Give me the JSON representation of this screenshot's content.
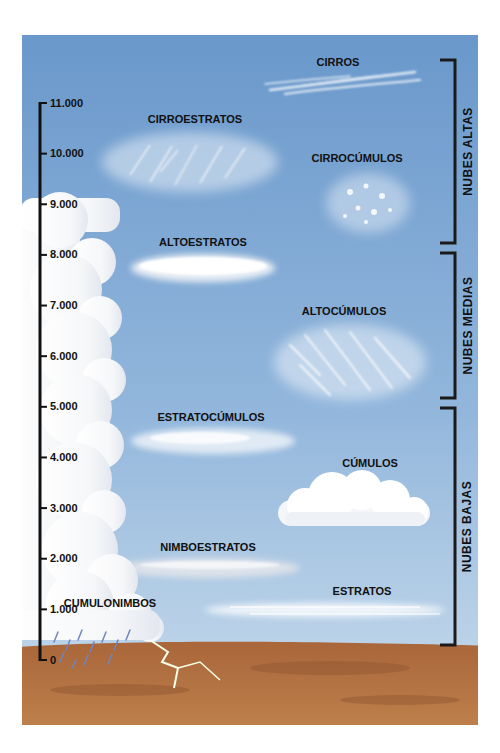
{
  "diagram": {
    "labels": [
      "CIRROS",
      "CIRROESTRATOS",
      "CIRROCÚMULOS",
      "ALTOESTRATOS",
      "ALTOCÚMULOS",
      "ESTRATOCÚMULOS",
      "CÚMULOS",
      "NIMBOESTRATOS",
      "ESTRATOS",
      "CUMULONIMBOS",
      "11.000",
      "10.000",
      "9.000",
      "8.000",
      "7.000",
      "6.000",
      "5.000",
      "4.000",
      "3.000",
      "2.000",
      "1.000",
      "0",
      "NUBES ALTAS",
      "NUBES MEDIAS",
      "NUBES BAJAS"
    ]
  }
}
